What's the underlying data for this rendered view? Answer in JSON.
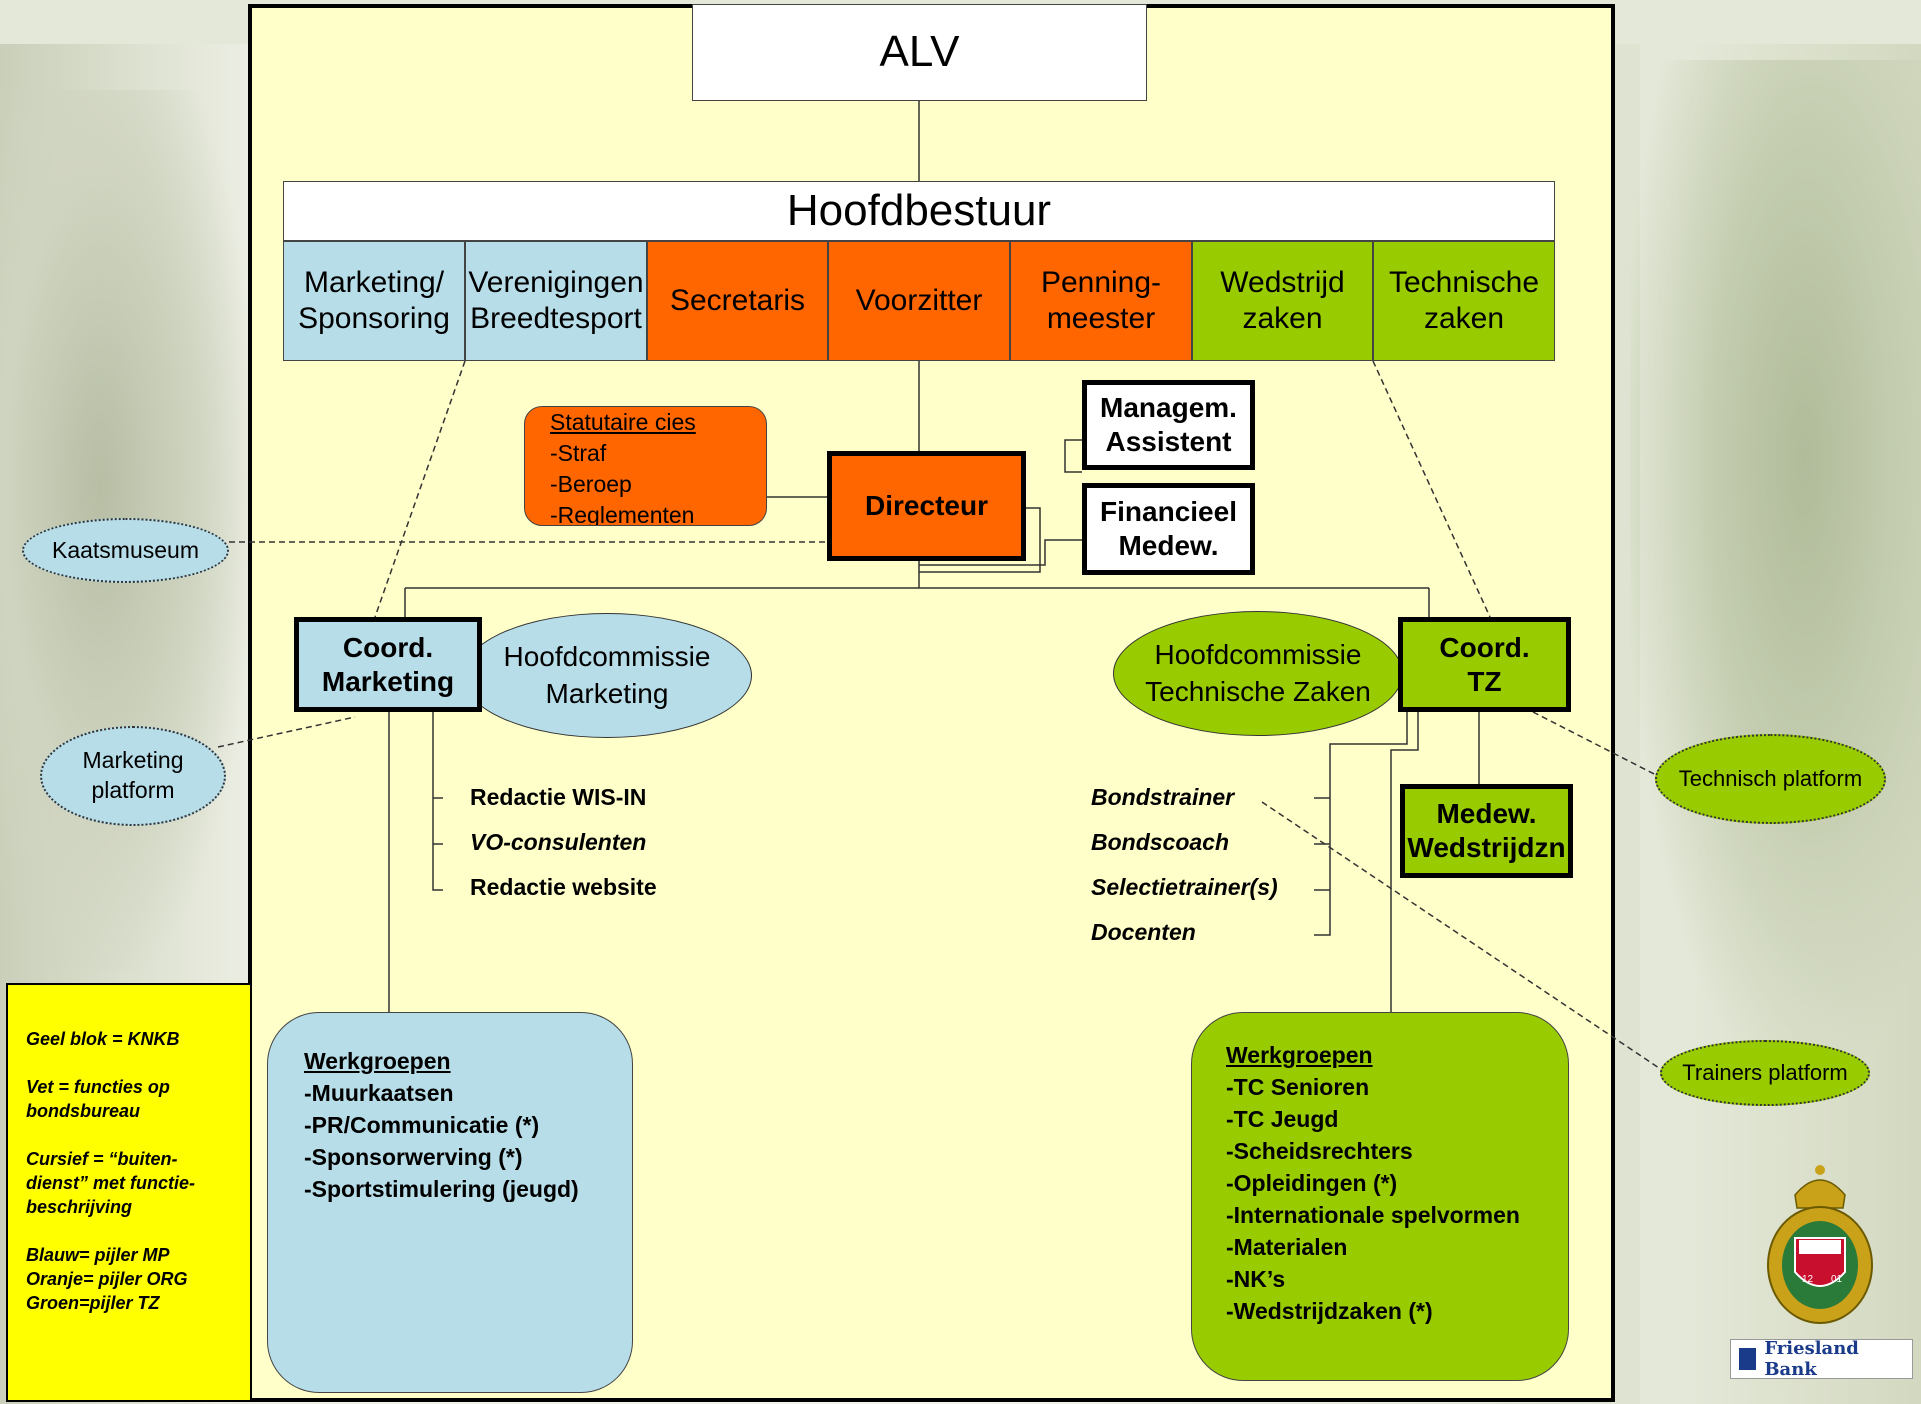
{
  "top": {
    "alv": "ALV",
    "hoofdbestuur": "Hoofdbestuur"
  },
  "board": [
    {
      "label": "Marketing/\nSponsoring",
      "color": "#b7dde8"
    },
    {
      "label": "Verenigingen\nBreedtesport",
      "color": "#b7dde8"
    },
    {
      "label": "Secretaris",
      "color": "#ff6600"
    },
    {
      "label": "Voorzitter",
      "color": "#ff6600"
    },
    {
      "label": "Penning-\nmeester",
      "color": "#ff6600"
    },
    {
      "label": "Wedstrijd\nzaken",
      "color": "#99cc00"
    },
    {
      "label": "Technische\nzaken",
      "color": "#99cc00"
    }
  ],
  "center": {
    "directeur": "Directeur",
    "managem": "Managem.\nAssistent",
    "financieel": "Financieel\nMedew.",
    "statutaire": {
      "title": "Statutaire cies",
      "items": [
        "-Straf",
        "-Beroep",
        "-Reglementen"
      ]
    }
  },
  "left_wing": {
    "coord": "Coord.\nMarketing",
    "commissie": "Hoofdcommissie\nMarketing",
    "list": [
      "Redactie WIS-IN",
      "VO-consulenten",
      "Redactie website"
    ],
    "werkgroepen": {
      "title": "Werkgroepen",
      "items": [
        "-Muurkaatsen",
        "-PR/Communicatie (*)",
        "-Sponsorwerving (*)",
        "-Sportstimulering (jeugd)"
      ]
    }
  },
  "right_wing": {
    "coord": "Coord.\nTZ",
    "commissie": "Hoofdcommissie\nTechnische Zaken",
    "medew": "Medew.\nWedstrijdzn",
    "list": [
      "Bondstrainer",
      "Bondscoach",
      "Selectietrainer(s)",
      "Docenten"
    ],
    "werkgroepen": {
      "title": "Werkgroepen",
      "items": [
        "-TC Senioren",
        "-TC Jeugd",
        "-Scheidsrechters",
        "-Opleidingen (*)",
        "-Internationale spelvormen",
        "-Materialen",
        "-NK’s",
        "-Wedstrijdzaken (*)"
      ]
    }
  },
  "platforms": {
    "kaatsmuseum": "Kaatsmuseum",
    "marketing": "Marketing\nplatform",
    "technisch": "Technisch platform",
    "trainers": "Trainers platform"
  },
  "legend": [
    "Geel blok = KNKB",
    "Vet = functies op\nbondsbureau",
    "Cursief = “buiten-\ndienst” met functie-\nbeschrijving",
    "Blauw= pijler MP\nOranje= pijler ORG\nGroen=pijler TZ"
  ],
  "logo": {
    "text": "Friesland Bank",
    "years": [
      "12",
      "01"
    ]
  },
  "colors": {
    "stage": "#ffffc9",
    "blue": "#b7dde8",
    "orange": "#ff6600",
    "green": "#99cc00",
    "legend": "#ffff00"
  }
}
